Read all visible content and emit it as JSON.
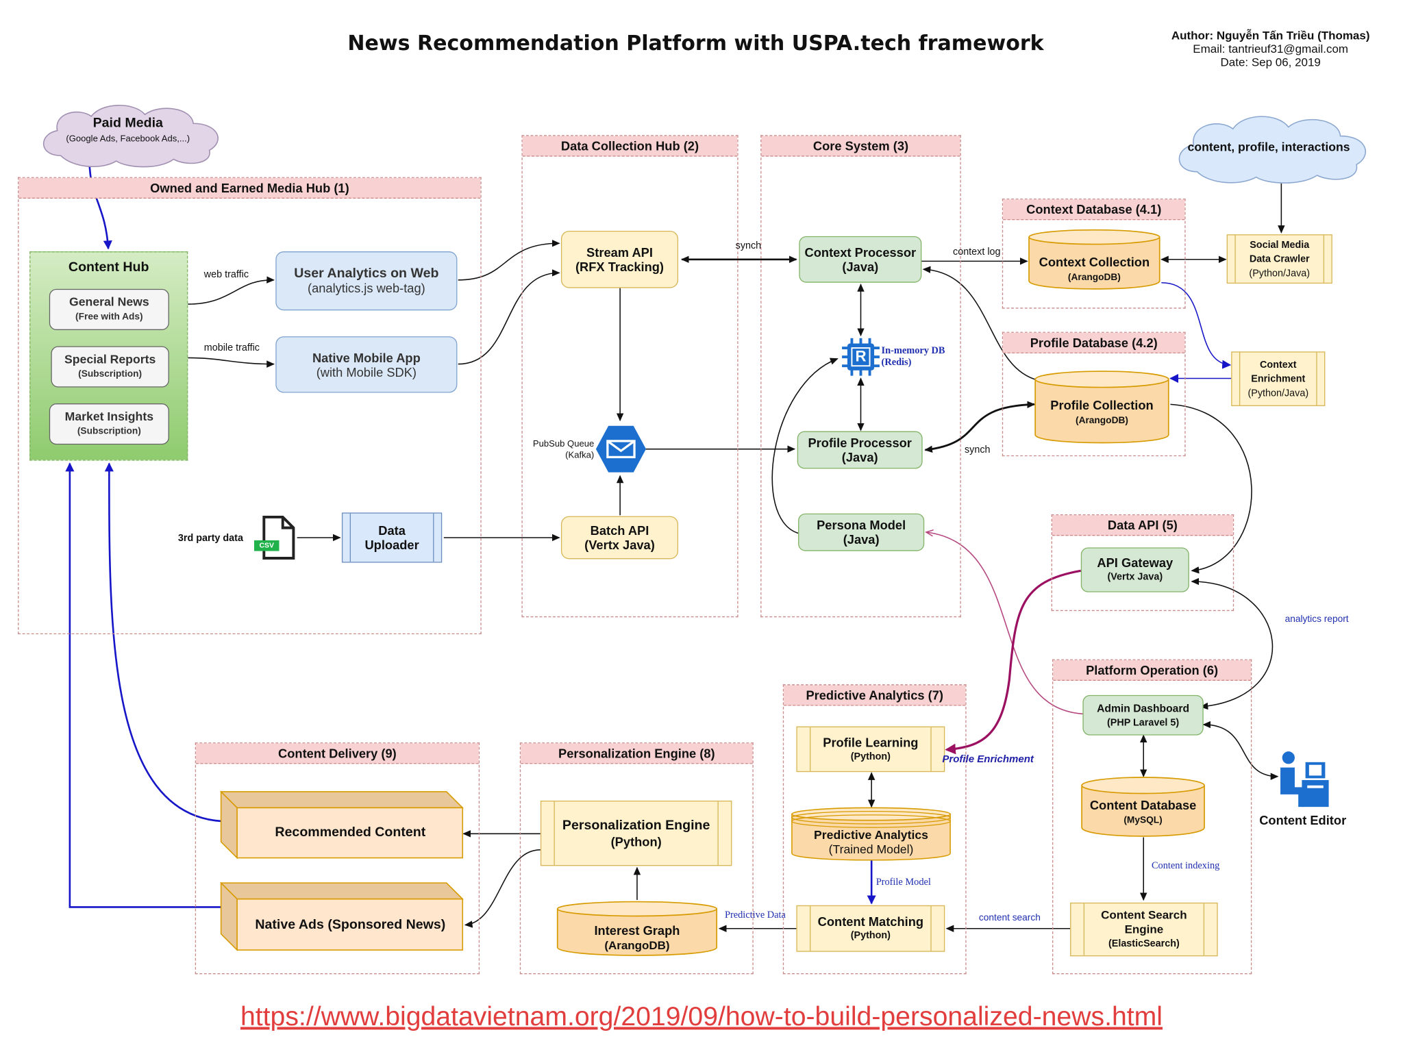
{
  "header": {
    "title": "News Recommendation Platform with USPA.tech framework",
    "author": "Author: Nguyễn Tấn Triều (Thomas)",
    "email": "Email: tantrieuf31@gmail.com",
    "date": "Date: Sep 06, 2019"
  },
  "clouds": {
    "paid_media": {
      "title": "Paid Media",
      "subtitle": "(Google Ads, Facebook Ads,...)"
    },
    "sources": {
      "title": "content, profile, interactions"
    }
  },
  "groups": {
    "owned_hub": "Owned and Earned Media Hub (1)",
    "data_collection": "Data Collection Hub (2)",
    "core_system": "Core System (3)",
    "context_db": "Context Database (4.1)",
    "profile_db": "Profile Database (4.2)",
    "data_api": "Data API (5)",
    "platform_operation": "Platform Operation (6)",
    "predictive_analytics": "Predictive Analytics (7)",
    "personalization_engine": "Personalization Engine (8)",
    "content_delivery": "Content Delivery (9)"
  },
  "content_hub": {
    "title": "Content Hub",
    "items": [
      {
        "label": "General News",
        "sub": "(Free with Ads)"
      },
      {
        "label": "Special Reports",
        "sub": "(Subscription)"
      },
      {
        "label": "Market Insights",
        "sub": "(Subscription)"
      }
    ]
  },
  "nodes": {
    "user_analytics": {
      "title": "User Analytics on Web",
      "sub": "(analytics.js web-tag)"
    },
    "native_app": {
      "title": "Native Mobile App",
      "sub": "(with Mobile SDK)"
    },
    "data_uploader": {
      "title": "Data\nUploader"
    },
    "third_party": "3rd party data",
    "csv": "CSV",
    "stream_api": {
      "title": "Stream API",
      "sub": "(RFX Tracking)"
    },
    "batch_api": {
      "title": "Batch API",
      "sub": "(Vertx Java)"
    },
    "pubsub": {
      "title": "PubSub Queue",
      "sub": "(Kafka)"
    },
    "context_processor": {
      "title": "Context Processor",
      "sub": "(Java)"
    },
    "profile_processor": {
      "title": "Profile Processor",
      "sub": "(Java)"
    },
    "persona_model": {
      "title": "Persona Model",
      "sub": "(Java)"
    },
    "redis": {
      "title": "In-memory DB",
      "sub": "(Redis)",
      "glyph": "R"
    },
    "context_collection": {
      "title": "Context Collection",
      "sub": "(ArangoDB)"
    },
    "profile_collection": {
      "title": "Profile Collection",
      "sub": "(ArangoDB)"
    },
    "social_crawler": {
      "l1": "Social Media",
      "l2": "Data Crawler",
      "l3": "(Python/Java)"
    },
    "context_enrichment": {
      "l1": "Context",
      "l2": "Enrichment",
      "l3": "(Python/Java)"
    },
    "api_gateway": {
      "title": "API Gateway",
      "sub": "(Vertx Java)"
    },
    "admin_dashboard": {
      "title": "Admin Dashboard",
      "sub": "(PHP Laravel 5)"
    },
    "content_database": {
      "title": "Content Database",
      "sub": "(MySQL)"
    },
    "content_search": {
      "l1": "Content Search",
      "l2": "Engine",
      "l3": "(ElasticSearch)"
    },
    "content_editor": "Content Editor",
    "profile_learning": {
      "title": "Profile Learning",
      "sub": "(Python)"
    },
    "predictive_model": {
      "title": "Predictive Analytics",
      "sub": "(Trained Model)"
    },
    "content_matching": {
      "title": "Content Matching",
      "sub": "(Python)"
    },
    "personalization": {
      "title": "Personalization Engine",
      "sub": "(Python)"
    },
    "interest_graph": {
      "title": "Interest Graph",
      "sub": "(ArangoDB)"
    },
    "recommended": "Recommended Content",
    "native_ads": "Native Ads (Sponsored News)"
  },
  "edge_labels": {
    "web_traffic": "web traffic",
    "mobile_traffic": "mobile traffic",
    "synch_top": "synch",
    "context_log": "context log",
    "synch_profile": "synch",
    "analytics_report": "analytics report",
    "profile_enrichment": "Profile Enrichment",
    "profile_model": "Profile Model",
    "content_indexing": "Content indexing",
    "content_search": "content search",
    "predictive_data": "Predictive Data"
  },
  "footer": {
    "url": "https://www.bigdatavietnam.org/2019/09/how-to-build-personalized-news.html"
  },
  "colors": {
    "blue_flow": "#1616c8",
    "magenta_flow": "#9b1060",
    "group_header": "#f8d2d2",
    "green": "#d5e8d4",
    "yellow": "#fff2cc",
    "blue_node": "#dbe8f7"
  }
}
